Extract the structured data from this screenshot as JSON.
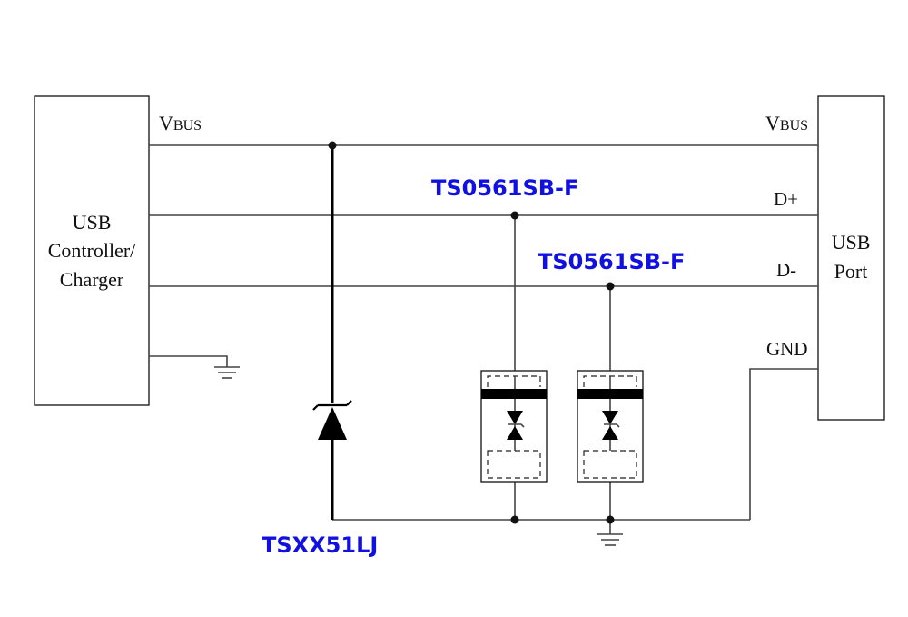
{
  "blocks": {
    "controller": {
      "lines": [
        "USB",
        "Controller/",
        "Charger"
      ]
    },
    "port": {
      "lines": [
        "USB",
        "Port"
      ]
    }
  },
  "nets": {
    "left_vbus": {
      "main": "V",
      "sub": "BUS"
    },
    "right_vbus": {
      "main": "V",
      "sub": "BUS"
    },
    "d_plus": "D+",
    "d_minus": "D-",
    "gnd": "GND"
  },
  "parts": {
    "tvs_dplus": "TS0561SB-F",
    "tvs_dminus": "TS0561SB-F",
    "zener": "TSXX51LJ"
  },
  "colors": {
    "part_label": "#1010e0",
    "wire": "#444444",
    "text": "#111111"
  }
}
